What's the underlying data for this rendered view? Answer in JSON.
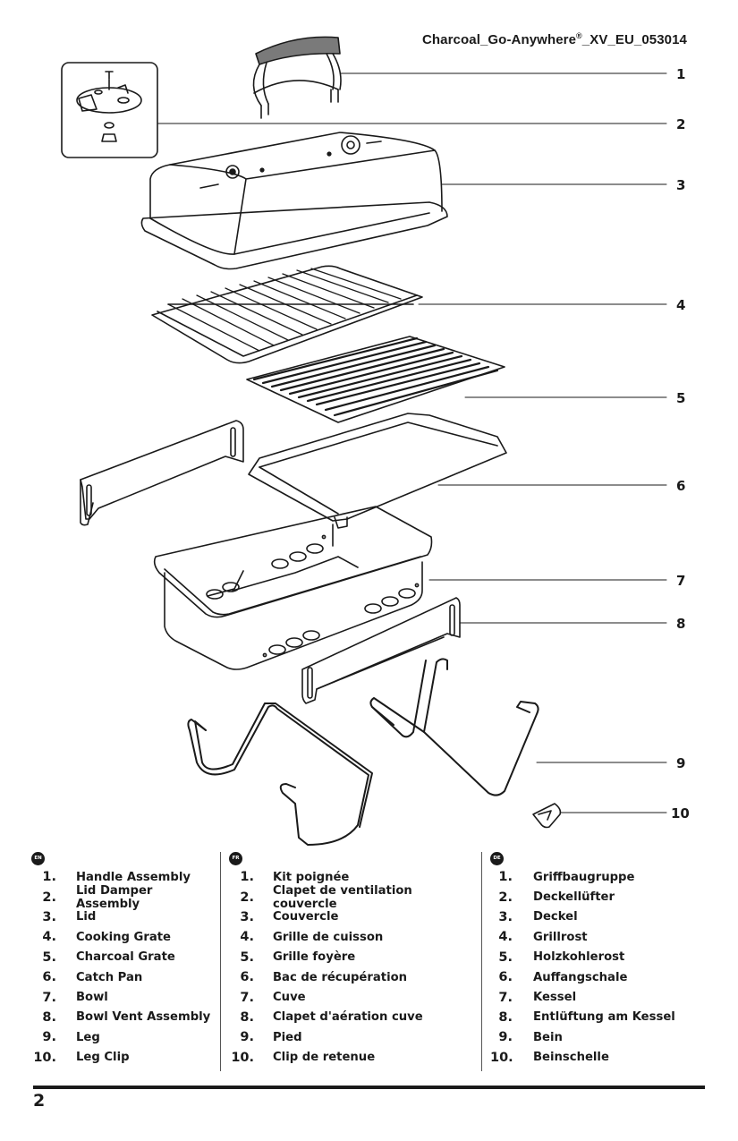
{
  "document": {
    "title_main": "Charcoal_Go-Anywhere",
    "title_mark": "®",
    "title_suffix": "_XV_EU_053014",
    "page_number": "2"
  },
  "callouts": [
    "1",
    "2",
    "3",
    "4",
    "5",
    "6",
    "7",
    "8",
    "9",
    "10"
  ],
  "legend": {
    "en": {
      "badge": "EN",
      "items": [
        {
          "num": "1.",
          "label": "Handle Assembly"
        },
        {
          "num": "2.",
          "label": "Lid Damper Assembly"
        },
        {
          "num": "3.",
          "label": "Lid"
        },
        {
          "num": "4.",
          "label": "Cooking Grate"
        },
        {
          "num": "5.",
          "label": "Charcoal Grate"
        },
        {
          "num": "6.",
          "label": "Catch Pan"
        },
        {
          "num": "7.",
          "label": "Bowl"
        },
        {
          "num": "8.",
          "label": "Bowl Vent Assembly"
        },
        {
          "num": "9.",
          "label": "Leg"
        },
        {
          "num": "10.",
          "label": "Leg Clip"
        }
      ]
    },
    "fr": {
      "badge": "FR",
      "items": [
        {
          "num": "1.",
          "label": "Kit poignée"
        },
        {
          "num": "2.",
          "label": "Clapet de ventilation couvercle"
        },
        {
          "num": "3.",
          "label": "Couvercle"
        },
        {
          "num": "4.",
          "label": "Grille de cuisson"
        },
        {
          "num": "5.",
          "label": "Grille foyère"
        },
        {
          "num": "6.",
          "label": "Bac de récupération"
        },
        {
          "num": "7.",
          "label": "Cuve"
        },
        {
          "num": "8.",
          "label": "Clapet d'aération cuve"
        },
        {
          "num": "9.",
          "label": "Pied"
        },
        {
          "num": "10.",
          "label": "Clip de retenue"
        }
      ]
    },
    "de": {
      "badge": "DE",
      "items": [
        {
          "num": "1.",
          "label": "Griffbaugruppe"
        },
        {
          "num": "2.",
          "label": "Deckellüfter"
        },
        {
          "num": "3.",
          "label": "Deckel"
        },
        {
          "num": "4.",
          "label": "Grillrost"
        },
        {
          "num": "5.",
          "label": "Holzkohlerost"
        },
        {
          "num": "6.",
          "label": "Auffangschale"
        },
        {
          "num": "7.",
          "label": "Kessel"
        },
        {
          "num": "8.",
          "label": "Entlüftung am Kessel"
        },
        {
          "num": "9.",
          "label": "Bein"
        },
        {
          "num": "10.",
          "label": "Beinschelle"
        }
      ]
    }
  }
}
